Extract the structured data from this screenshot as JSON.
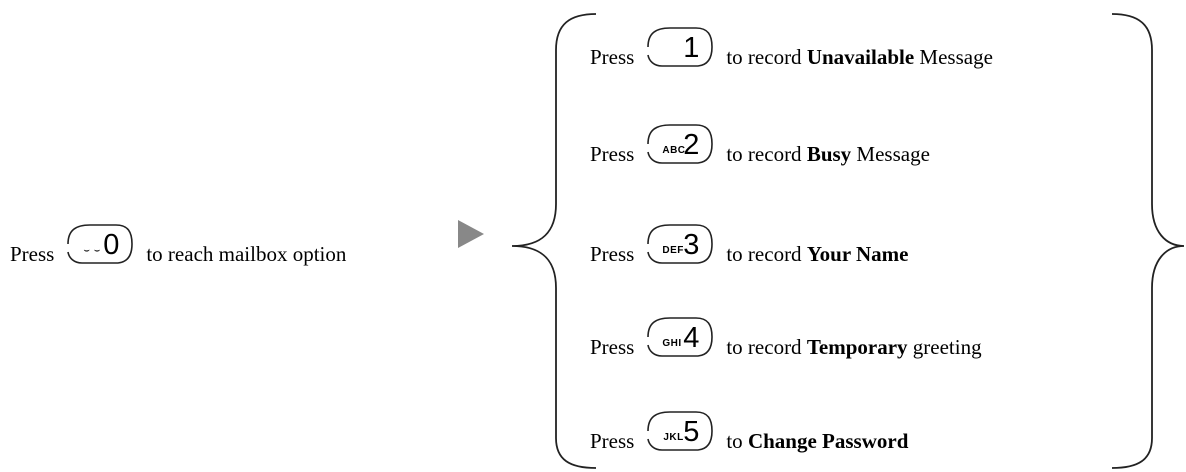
{
  "main": {
    "press": "Press",
    "key": {
      "sub": "⌣ ⌣",
      "num": "0"
    },
    "after": "to reach mailbox option"
  },
  "options": [
    {
      "press": "Press",
      "sub": "",
      "num": "1",
      "pre": "to record ",
      "bold": "Unavailable",
      "post": " Message"
    },
    {
      "press": "Press",
      "sub": "ABC",
      "num": "2",
      "pre": "to record ",
      "bold": "Busy",
      "post": " Message"
    },
    {
      "press": "Press",
      "sub": "DEF",
      "num": "3",
      "pre": "to record ",
      "bold": "Your Name",
      "post": ""
    },
    {
      "press": "Press",
      "sub": "GHI",
      "num": "4",
      "pre": "to record ",
      "bold": "Temporary",
      "post": " greeting"
    },
    {
      "press": "Press",
      "sub": "JKL",
      "num": "5",
      "pre": "to ",
      "bold": "Change Password",
      "post": ""
    }
  ],
  "colors": {
    "arrow": "#888888",
    "line": "#222222"
  }
}
